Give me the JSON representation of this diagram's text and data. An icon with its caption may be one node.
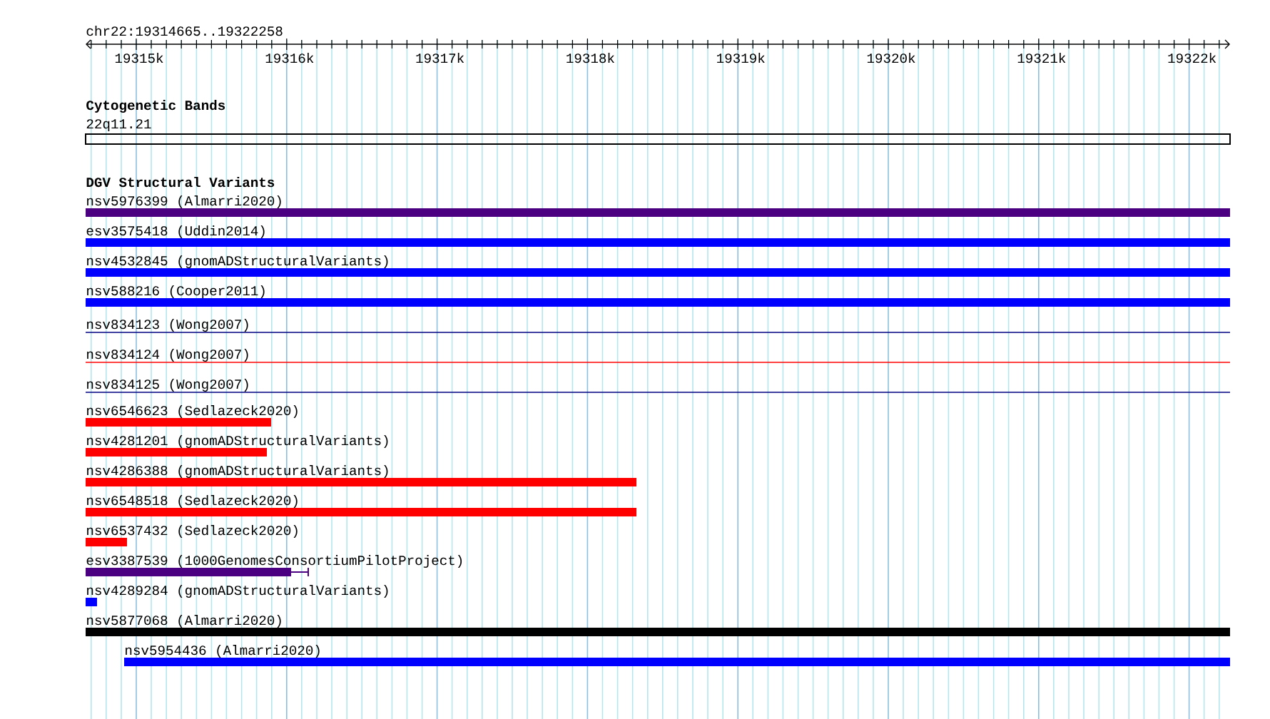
{
  "diagram": {
    "nodes": [
      {
        "text": [
          "22q11.21"
        ]
      },
      {
        "text": [
          "nsv5976399 (Almarri2020)"
        ]
      },
      {
        "text": [
          "esv3575418 (Uddin2014)"
        ]
      },
      {
        "text": [
          "nsv4532845 (gnomADStructuralVariants)"
        ]
      },
      {
        "text": [
          "nsv588216 (Cooper2011)"
        ]
      },
      {
        "text": [
          "nsv834123 (Wong2007)"
        ]
      },
      {
        "text": [
          "nsv834124 (Wong2007)"
        ]
      },
      {
        "text": [
          "nsv834125 (Wong2007)"
        ]
      },
      {
        "text": [
          "nsv6546623 (Sedlazeck2020)"
        ]
      },
      {
        "text": [
          "nsv4281201 (gnomADStructuralVariants)"
        ]
      },
      {
        "text": [
          "nsv4286388 (gnomADStructuralVariants)"
        ]
      },
      {
        "text": [
          "nsv6548518 (Sedlazeck2020)"
        ]
      },
      {
        "text": [
          "nsv6537432 (Sedlazeck2020)"
        ]
      },
      {
        "text": [
          "esv3387539 (1000GenomesConsortiumPilotProject)"
        ]
      },
      {
        "text": [
          "nsv4289284 (gnomADStructuralVariants)"
        ]
      },
      {
        "text": [
          "nsv5877068 (Almarri2020)"
        ]
      },
      {
        "text": [
          "nsv5954436 (Almarri2020)"
        ]
      }
    ],
    "labels": [
      "chr22:19314665..19322258",
      "19315k",
      "19316k",
      "19317k",
      "19318k",
      "19319k",
      "19320k",
      "19321k",
      "19322k",
      "Cytogenetic Bands",
      "DGV Structural Variants"
    ]
  }
}
